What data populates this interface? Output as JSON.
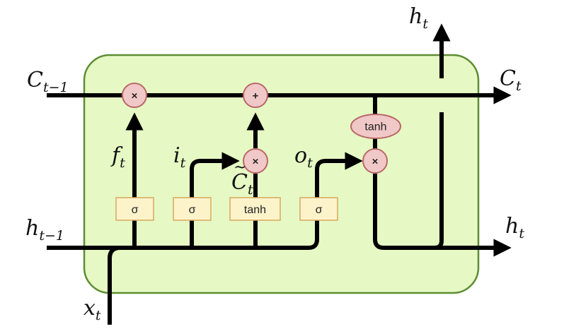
{
  "colors": {
    "cell_fill": "#e6f9c4",
    "cell_stroke": "#5f8c34",
    "op_fill": "#f1c8c8",
    "op_stroke": "#b86767",
    "box_fill": "#fdf3cb",
    "box_stroke": "#d8a85c",
    "line": "#000000"
  },
  "labels": {
    "c_prev_main": "C",
    "c_prev_sub": "t−1",
    "c_next_main": "C",
    "c_next_sub": "t",
    "h_prev_main": "h",
    "h_prev_sub": "t−1",
    "h_out_top_main": "h",
    "h_out_top_sub": "t",
    "h_out_right_main": "h",
    "h_out_right_sub": "t",
    "x_main": "x",
    "x_sub": "t",
    "f_main": "f",
    "f_sub": "t",
    "i_main": "i",
    "i_sub": "t",
    "o_main": "o",
    "o_sub": "t",
    "ctilde_main": "C",
    "ctilde_mark": "~",
    "ctilde_sub": "t"
  },
  "ops": {
    "forget_multiply": "×",
    "add": "+",
    "input_multiply": "×",
    "output_multiply": "×"
  },
  "gates": {
    "forget_sigma": "σ",
    "input_sigma": "σ",
    "candidate_tanh": "tanh",
    "output_sigma": "σ",
    "cell_tanh": "tanh"
  }
}
